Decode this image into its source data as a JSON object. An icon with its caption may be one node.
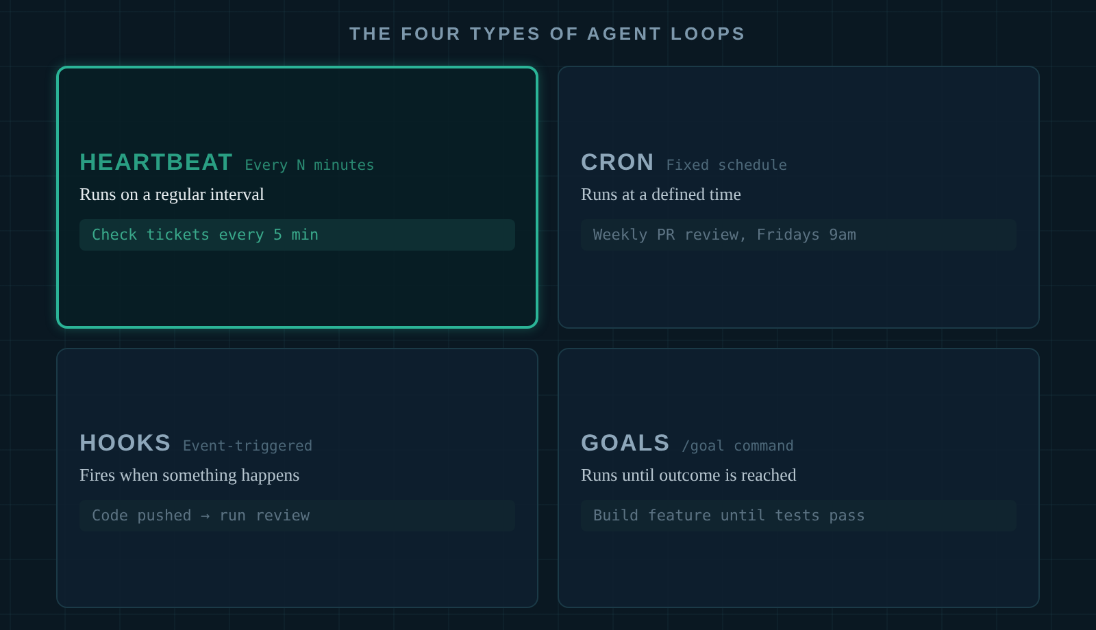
{
  "diagram": {
    "title": "THE FOUR TYPES OF AGENT LOOPS",
    "nodes": [
      {
        "text": [
          "HEARTBEAT",
          "Every N minutes",
          "Runs on a regular interval",
          "Check tickets every 5 min"
        ]
      },
      {
        "text": [
          "CRON",
          "Fixed schedule",
          "Runs at a defined time",
          "Weekly PR review, Fridays 9am"
        ]
      },
      {
        "text": [
          "HOOKS",
          "Event-triggered",
          "Fires when something happens",
          "Code pushed → run review"
        ]
      },
      {
        "text": [
          "GOALS",
          "/goal command",
          "Runs until outcome is reached",
          "Build feature until tests pass"
        ]
      }
    ]
  }
}
